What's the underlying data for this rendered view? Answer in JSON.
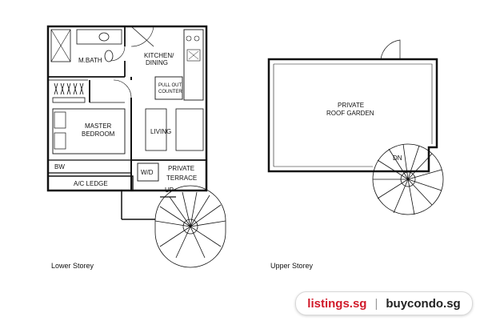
{
  "lower": {
    "caption": "Lower Storey",
    "rooms": {
      "mbath": "M.BATH",
      "kitchen_1": "KITCHEN/",
      "kitchen_2": "DINING",
      "pullout_1": "PULL OUT",
      "pullout_2": "COUNTER",
      "master_1": "MASTER",
      "master_2": "BEDROOM",
      "living": "LIVING",
      "bw": "BW",
      "ac_ledge": "A/C LEDGE",
      "wd": "W/D",
      "terrace_1": "PRIVATE",
      "terrace_2": "TERRACE",
      "up": "UP"
    }
  },
  "upper": {
    "caption": "Upper Storey",
    "rooms": {
      "garden_1": "PRIVATE",
      "garden_2": "ROOF GARDEN",
      "dn": "DN"
    }
  },
  "brand": {
    "left": "listings.sg",
    "separator": "|",
    "right": "buycondo.sg",
    "left_color": "#d11a2a",
    "right_color": "#222222"
  }
}
